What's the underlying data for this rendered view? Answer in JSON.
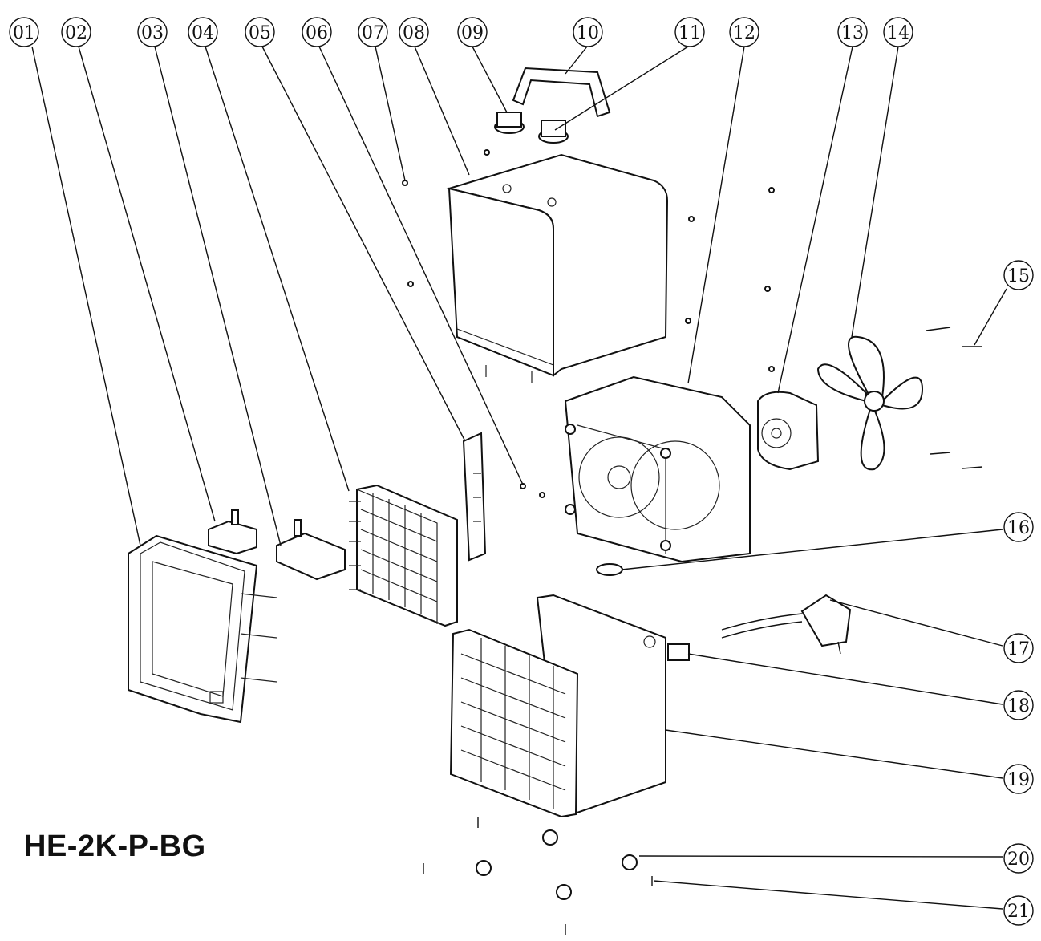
{
  "model_label": "HE-2K-P-BG",
  "callouts": [
    {
      "num": "01"
    },
    {
      "num": "02"
    },
    {
      "num": "03"
    },
    {
      "num": "04"
    },
    {
      "num": "05"
    },
    {
      "num": "06"
    },
    {
      "num": "07"
    },
    {
      "num": "08"
    },
    {
      "num": "09"
    },
    {
      "num": "10"
    },
    {
      "num": "11"
    },
    {
      "num": "12"
    },
    {
      "num": "13"
    },
    {
      "num": "14"
    },
    {
      "num": "15"
    },
    {
      "num": "16"
    },
    {
      "num": "17"
    },
    {
      "num": "18"
    },
    {
      "num": "19"
    },
    {
      "num": "20"
    },
    {
      "num": "21"
    }
  ],
  "colors": {
    "ink": "#111111",
    "background": "#ffffff"
  }
}
